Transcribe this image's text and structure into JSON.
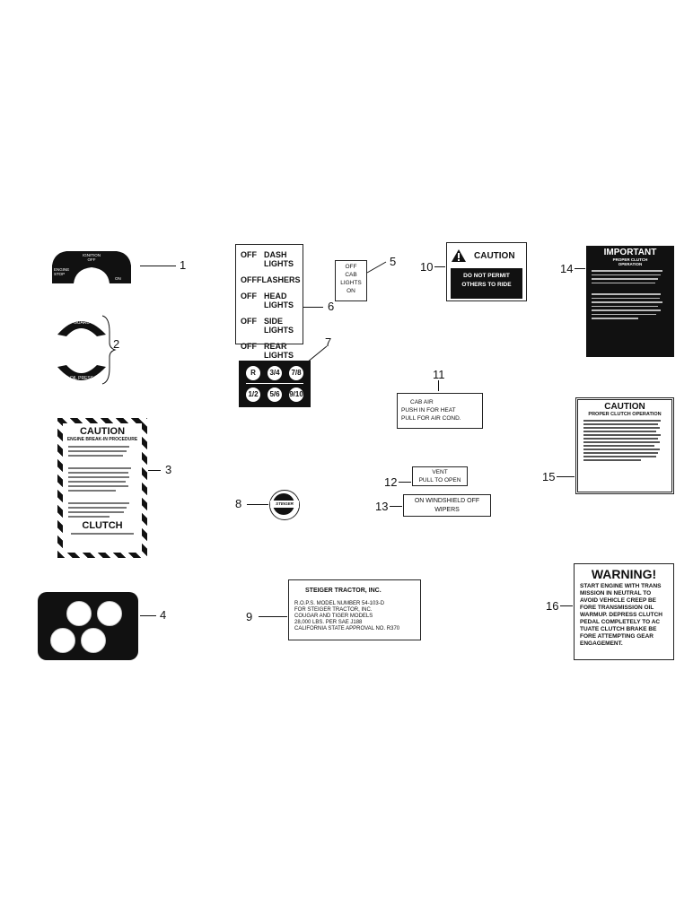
{
  "callouts": [
    "1",
    "2",
    "3",
    "4",
    "5",
    "6",
    "7",
    "8",
    "9",
    "10",
    "11",
    "12",
    "13",
    "14",
    "15",
    "16"
  ],
  "decal1": {
    "top": "IGNITION",
    "sub": "OFF",
    "left": "ENGINE STOP",
    "right": "ON"
  },
  "decal2": {
    "top_label": "GUARD",
    "bottom_label": "OIL PRESS"
  },
  "decal3": {
    "title": "CAUTION",
    "subtitle": "ENGINE BREAK-IN PROCEDURE",
    "clutch": "CLUTCH"
  },
  "decal5": {
    "lines": [
      "OFF",
      "CAB",
      "LIGHTS",
      "ON"
    ]
  },
  "decal6": {
    "rows": [
      {
        "k": "OFF",
        "v1": "DASH",
        "v2": "LIGHTS"
      },
      {
        "k": "OFF",
        "v1": "FLASHERS",
        "v2": ""
      },
      {
        "k": "OFF",
        "v1": "HEAD",
        "v2": "LIGHTS"
      },
      {
        "k": "OFF",
        "v1": "SIDE",
        "v2": "LIGHTS"
      },
      {
        "k": "OFF",
        "v1": "REAR",
        "v2": "LIGHTS"
      }
    ]
  },
  "decal7": {
    "buttons": [
      "R",
      "3/4",
      "7/8",
      "1/2",
      "5/6",
      "9/10"
    ]
  },
  "decal8": {
    "label": "STEIGER"
  },
  "decal9": {
    "title": "STEIGER TRACTOR, INC.",
    "lines": [
      "R.O.P.S. MODEL NUMBER 54-103-D",
      "FOR STEIGER TRACTOR, INC.",
      "COUGAR AND TIGER MODELS",
      "28,000 LBS. PER SAE J188",
      "CALIFORNIA STATE APPROVAL NO. R370"
    ]
  },
  "decal10": {
    "title": "CAUTION",
    "line1": "DO NOT PERMIT",
    "line2": "OTHERS TO RIDE"
  },
  "decal11": {
    "lines": [
      "CAB AIR",
      "PUSH IN FOR HEAT",
      "PULL FOR AIR COND."
    ]
  },
  "decal12": {
    "lines": [
      "VENT",
      "PULL TO OPEN"
    ]
  },
  "decal13": {
    "lines": [
      "ON WINDSHIELD OFF",
      "WIPERS"
    ]
  },
  "decal14": {
    "title": "IMPORTANT",
    "subtitle": "PROPER CLUTCH",
    "subtitle2": "OPERATION"
  },
  "decal15": {
    "title": "CAUTION",
    "subtitle": "PROPER CLUTCH OPERATION"
  },
  "decal16": {
    "title": "WARNING!",
    "lines": [
      "START ENGINE WITH TRANS",
      "MISSION IN NEUTRAL TO",
      "AVOID VEHICLE CREEP BE",
      "FORE TRANSMISSION OIL",
      "WARMUP. DEPRESS CLUTCH",
      "PEDAL COMPLETELY TO AC",
      "TUATE CLUTCH BRAKE BE",
      "FORE ATTEMPTING GEAR",
      "ENGAGEMENT."
    ]
  }
}
